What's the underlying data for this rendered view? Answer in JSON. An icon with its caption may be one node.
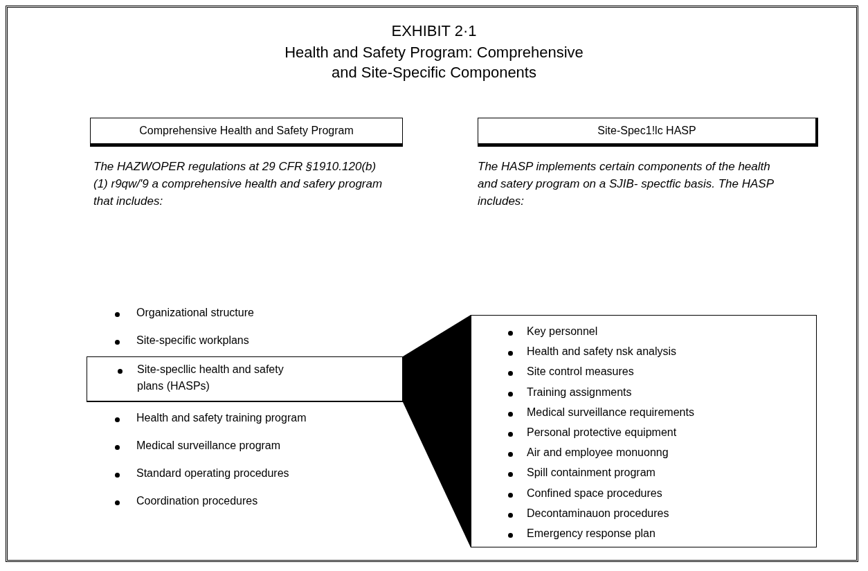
{
  "diagram": {
    "title": "Health and Safety Program: Comprehensive and Site-Specific Components",
    "nodes": [
      {
        "text": [
          "Comprehensive Health and Safety Program"
        ],
        "beside": [
          "The HAZWOPER regulations at 29 CFR §1910.120(b)(1) r9qw/'9 a comprehensive health and safery program that includes:"
        ]
      },
      {
        "text": [
          "Site-Spec1!lc HASP"
        ],
        "beside": [
          "The HASP implements certain components of the health and satery program on a SJIB- spectfic basis. The HASP includes:"
        ]
      },
      {
        "text": [
          "Site-specllic health and safety plans (HASPs)"
        ]
      },
      {
        "text": [
          "Key personnel",
          "Health and safety nsk analysis",
          "Site control measures",
          "Training assignments",
          "Medical surveillance requirements",
          "Personal protective equipment",
          "Air and employee monuonng",
          "Spill containment program",
          "Confined space procedures",
          "Decontaminauon procedures",
          "Emergency response plan"
        ]
      }
    ],
    "edges": [
      {
        "from": 2,
        "to": 3,
        "arrow": "none",
        "style": "thick"
      }
    ],
    "labels": [
      "EXHIBIT 2·1",
      "Organizational structure",
      "Site-specific workplans",
      "Health and safety training program",
      "Medical surveillance program",
      "Standard operating procedures",
      "Coordination procedures"
    ]
  }
}
